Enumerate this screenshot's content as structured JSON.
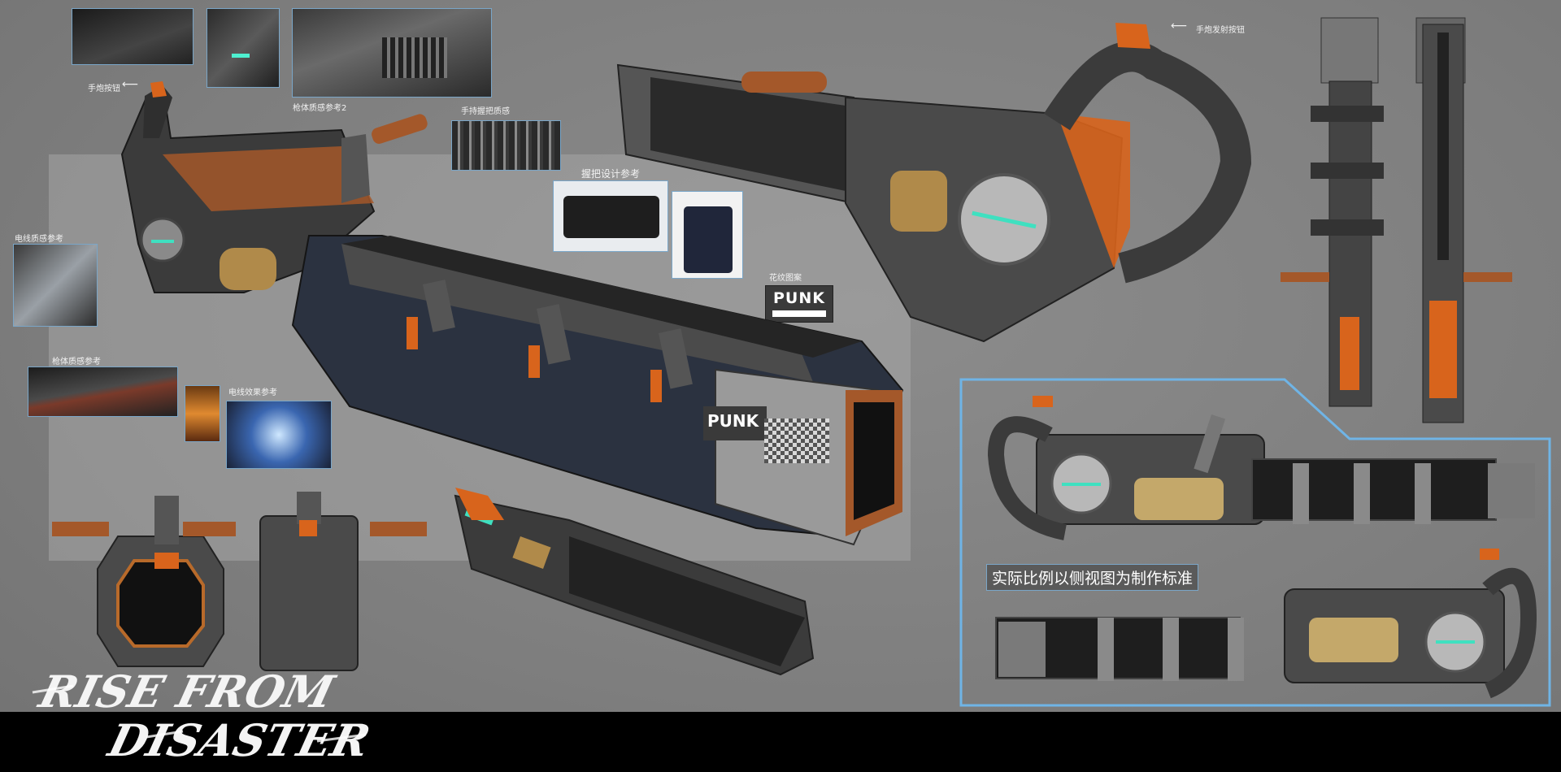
{
  "labels": {
    "hand_button": "手炮按钮",
    "fire_button": "手炮发射按钮",
    "body_texture_2": "枪体质感参考2",
    "grip_texture": "手持握把质感",
    "grip_design": "握把设计参考",
    "pattern": "花纹图案",
    "cable_texture": "电线质感参考",
    "body_texture": "枪体质感参考",
    "cable_effect": "电线效果参考",
    "scale_note": "实际比例以侧视图为制作标准"
  },
  "decal_text": "PUNK",
  "logo": {
    "line1": "RISE FROM",
    "line2": "DISASTER"
  },
  "colors": {
    "gun_dark": "#3b3b3b",
    "gun_mid": "#5c5c5c",
    "accent_orange": "#d8641c",
    "copper": "#a4582a",
    "brass": "#b08a4a",
    "glow_cyan": "#3fe0c0",
    "frame_blue": "#6fb4e6",
    "background": "#858585"
  }
}
